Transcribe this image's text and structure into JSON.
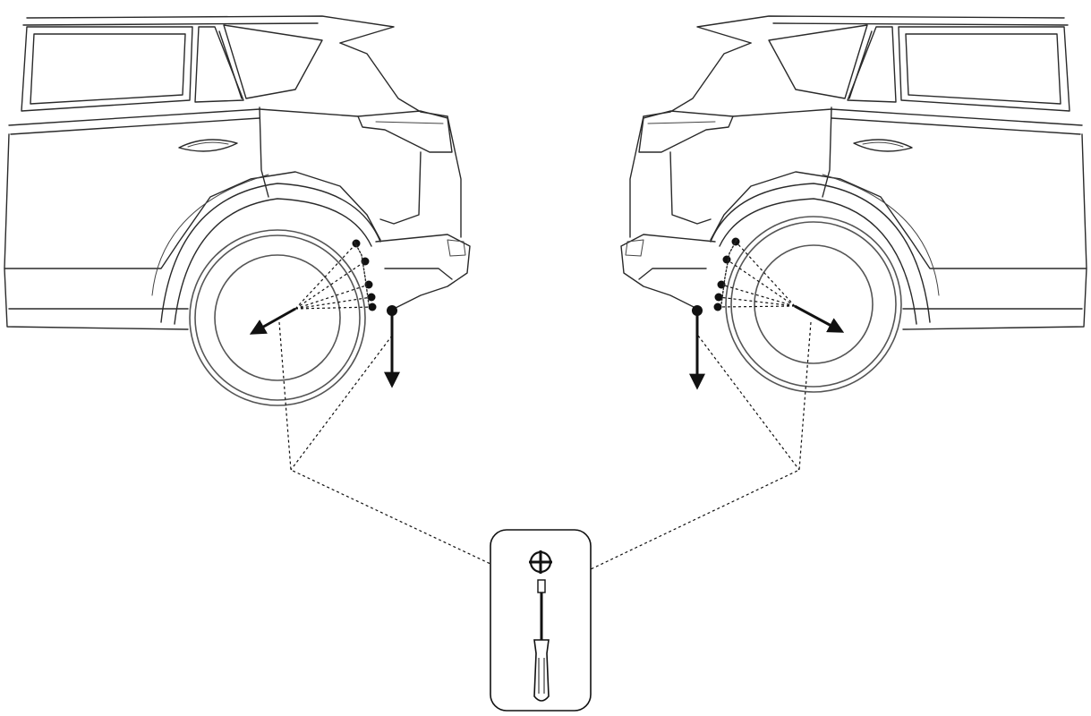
{
  "figure": {
    "background": "#ffffff",
    "line_color": "#2a2a2a",
    "marker_color": "#111111",
    "views": [
      {
        "name": "left-rear-quarter",
        "fastener_count": 5
      },
      {
        "name": "right-rear-quarter",
        "fastener_count": 5
      }
    ],
    "tool": {
      "icon": "phillips-screwdriver-icon",
      "head_symbol": "phillips-cross"
    }
  }
}
